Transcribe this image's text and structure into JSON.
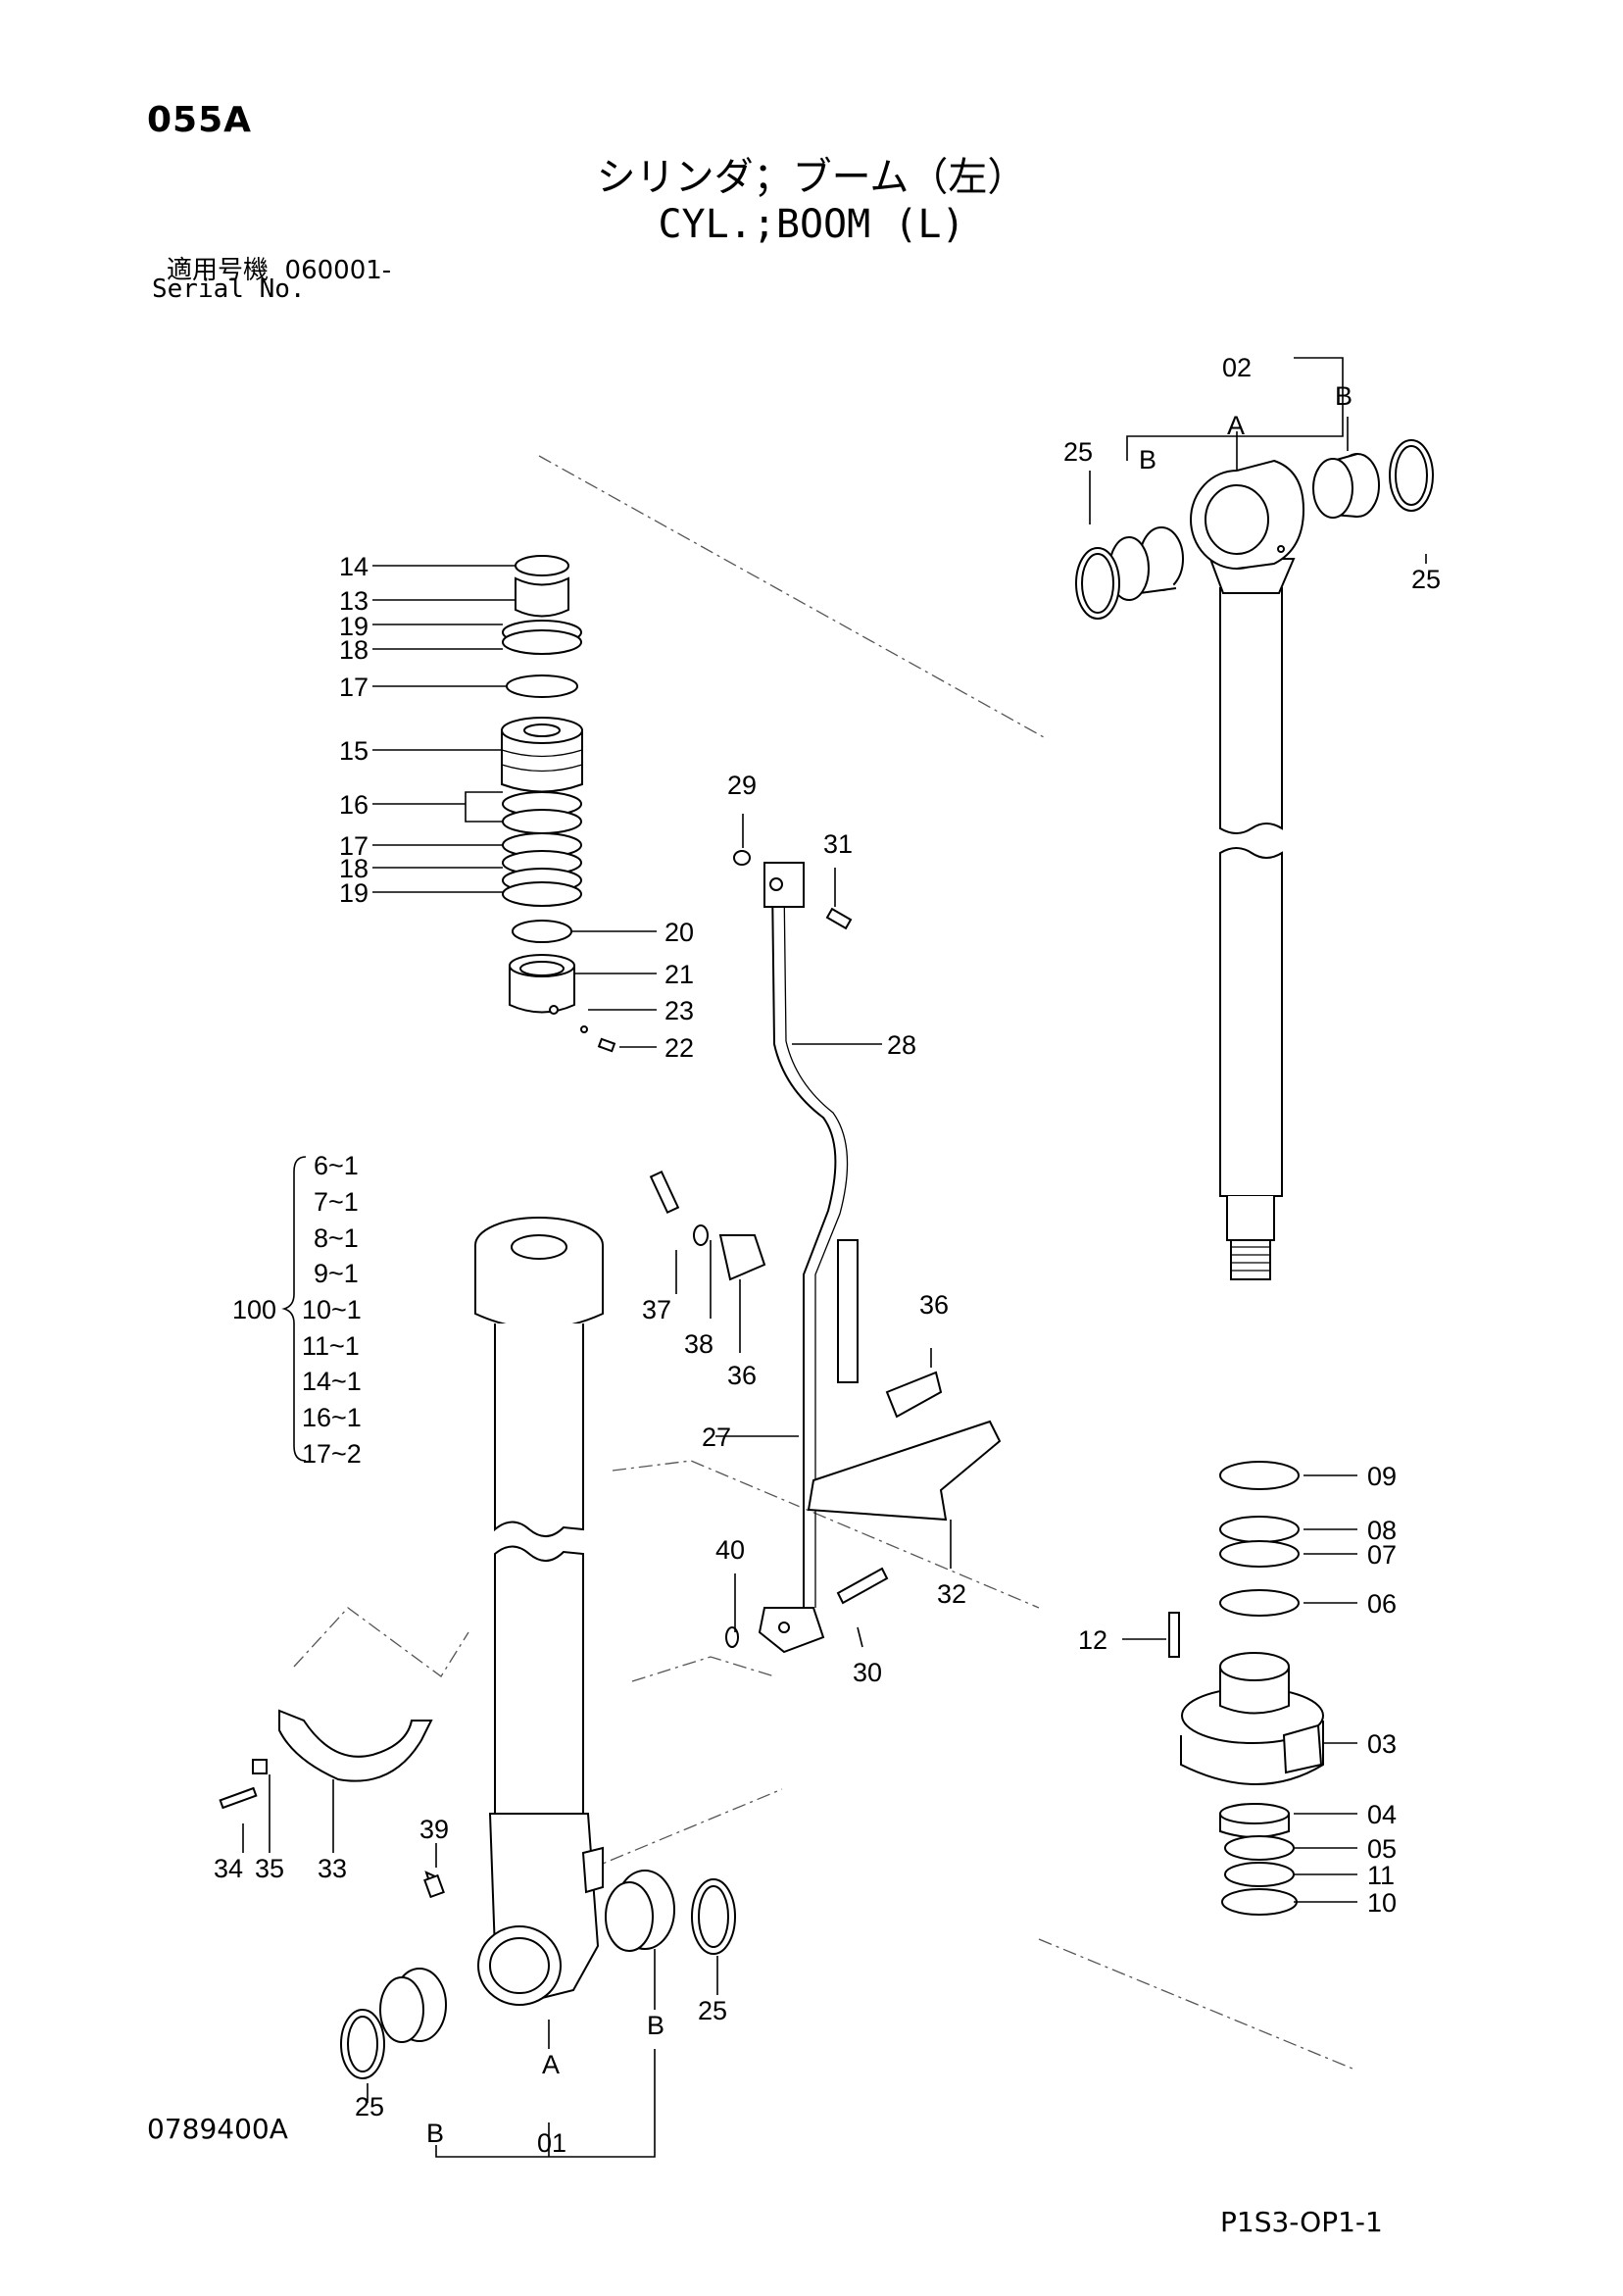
{
  "header": {
    "code": "055A",
    "title_jp": "シリンダ；ブーム（左）",
    "title_en": "CYL.;BOOM (L)",
    "serial_label_jp": "適用号機",
    "serial_value": "060001-",
    "serial_label_en": "Serial No."
  },
  "footer": {
    "drawing_number": "0789400A",
    "page_ref": "P1S3-OP1-1"
  },
  "callouts": {
    "c02": "02",
    "c25a": "25",
    "c25b": "25",
    "c25c": "25",
    "c25d": "25",
    "cA1": "A",
    "cB1": "B",
    "cB2": "B",
    "cA2": "A",
    "cB3": "B",
    "cB4": "B",
    "c14": "14",
    "c13": "13",
    "c19a": "19",
    "c18a": "18",
    "c17a": "17",
    "c15": "15",
    "c16": "16",
    "c17b": "17",
    "c18b": "18",
    "c19b": "19",
    "c20": "20",
    "c21": "21",
    "c23": "23",
    "c22": "22",
    "c29": "29",
    "c31": "31",
    "c28": "28",
    "c100": "100",
    "g1": "6~1",
    "g2": "7~1",
    "g3": "8~1",
    "g4": "9~1",
    "g5": "10~1",
    "g6": "11~1",
    "g7": "14~1",
    "g8": "16~1",
    "g9": "17~2",
    "c37": "37",
    "c38": "38",
    "c36a": "36",
    "c36b": "36",
    "c27": "27",
    "c40": "40",
    "c30": "30",
    "c32": "32",
    "c09": "09",
    "c08": "08",
    "c07": "07",
    "c06": "06",
    "c12": "12",
    "c03": "03",
    "c04": "04",
    "c05": "05",
    "c11": "11",
    "c10": "10",
    "c34": "34",
    "c35": "35",
    "c33": "33",
    "c39": "39",
    "c01": "01"
  }
}
